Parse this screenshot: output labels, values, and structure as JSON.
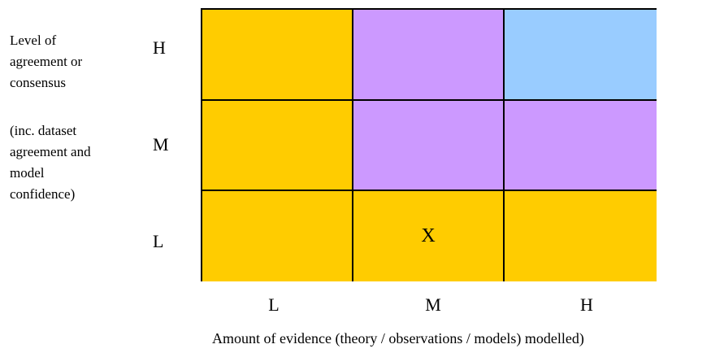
{
  "y_axis": {
    "label_lines": [
      "Level of",
      "agreement or",
      "consensus"
    ],
    "sublabel_lines": [
      "(inc. dataset",
      "agreement and",
      "model",
      "confidence)"
    ],
    "ticks": [
      "H",
      "M",
      "L"
    ]
  },
  "x_axis": {
    "ticks": [
      "L",
      "M",
      "H"
    ],
    "label": "Amount of evidence (theory / observations / models) modelled)"
  },
  "colors": {
    "amber": "#FFCC00",
    "violet": "#CC99FF",
    "blue": "#99CCFF"
  },
  "grid": {
    "rows": [
      [
        {
          "color": "amber",
          "mark": ""
        },
        {
          "color": "violet",
          "mark": ""
        },
        {
          "color": "blue",
          "mark": ""
        }
      ],
      [
        {
          "color": "amber",
          "mark": ""
        },
        {
          "color": "violet",
          "mark": ""
        },
        {
          "color": "violet",
          "mark": ""
        }
      ],
      [
        {
          "color": "amber",
          "mark": ""
        },
        {
          "color": "amber",
          "mark": "X"
        },
        {
          "color": "amber",
          "mark": ""
        }
      ]
    ]
  }
}
